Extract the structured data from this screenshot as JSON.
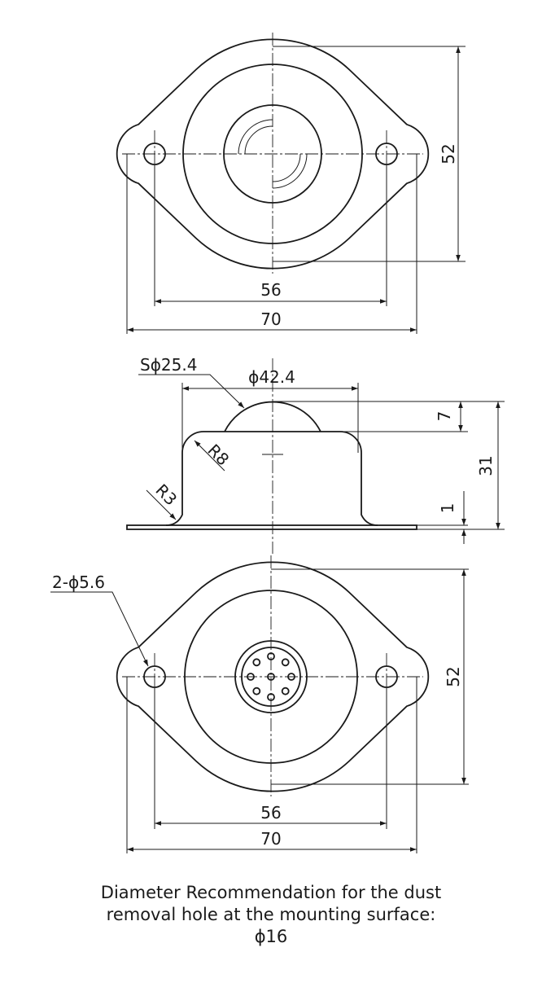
{
  "top_view": {
    "width_outer": "70",
    "hole_pitch": "56",
    "height": "52"
  },
  "side_view": {
    "ball_sphere": "Sϕ25.4",
    "flange_dia": "ϕ42.4",
    "ball_protrusion": "7",
    "total_height": "31",
    "flange_thickness": "1",
    "radius_top": "R8",
    "radius_base": "R3"
  },
  "bottom_view": {
    "mount_holes": "2-ϕ5.6",
    "width_outer": "70",
    "hole_pitch": "56",
    "height": "52"
  },
  "caption": {
    "line1": "Diameter Recommendation for the dust",
    "line2": "removal hole at the mounting surface:",
    "line3": "ϕ16"
  }
}
